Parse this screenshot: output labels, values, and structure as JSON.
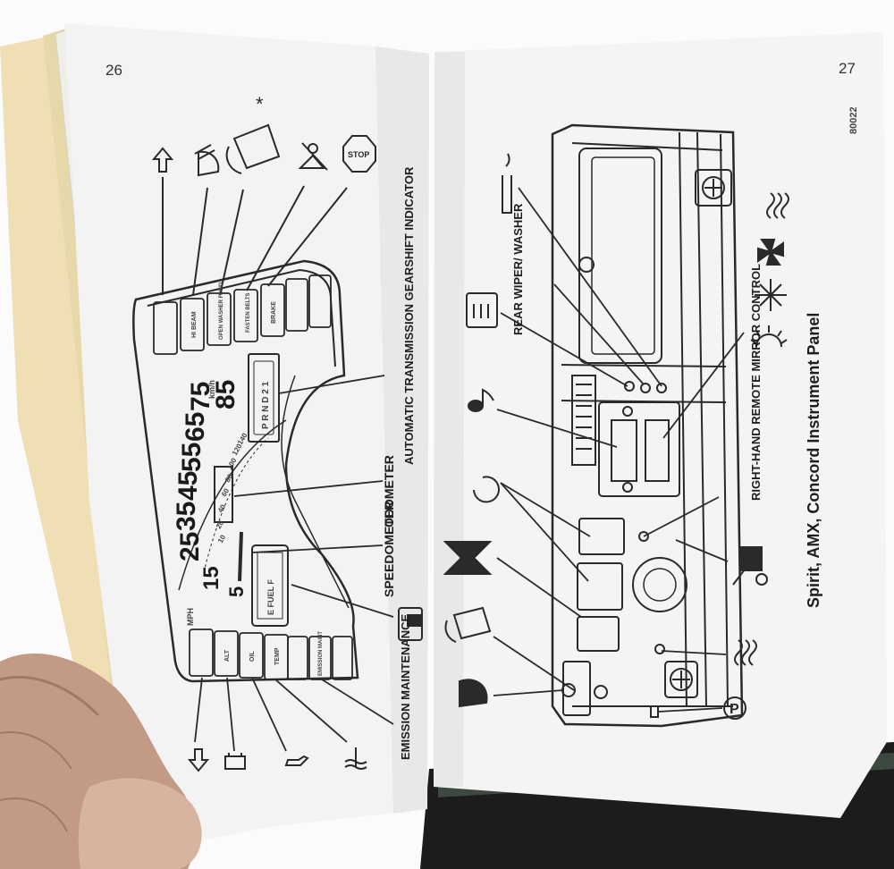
{
  "left_page": {
    "page_number": "26",
    "warning_lamps": [
      "HI BEAM",
      "OPEN WASHER FLUID",
      "FASTEN BELTS",
      "BRAKE"
    ],
    "bottom_lamps": [
      "ALT",
      "OIL",
      "TEMP",
      "EMISSION MAINT"
    ],
    "speedometer_mph": [
      "5",
      "15",
      "25",
      "35",
      "45",
      "55",
      "65",
      "75",
      "85"
    ],
    "speedometer_kmh": [
      "10",
      "20",
      "40",
      "60",
      "80",
      "100",
      "120",
      "140"
    ],
    "kmh_unit": "km/h",
    "mph_unit": "MPH",
    "gear_indicator": "P R N D 2 1",
    "fuel_gauge": "E FUEL F",
    "callouts": {
      "auto_trans": "AUTOMATIC TRANSMISSION GEARSHIFT INDICATOR",
      "odometer": "ODOMETER",
      "speedometer": "SPEEDOMETER",
      "emission": "EMISSION MAINTENANCE"
    }
  },
  "right_page": {
    "page_number": "27",
    "figure_code": "80022",
    "rear_wiper_label": "REAR WIPER/ WASHER",
    "mirror_control_label": "RIGHT-HAND REMOTE MIRROR CONTROL",
    "caption": "Spirit, AMX, Concord Instrument Panel",
    "parking_symbol": "P"
  },
  "icons": [
    "upshift-arrow-icon",
    "high-beam-icon",
    "washer-fluid-icon",
    "seat-belt-icon",
    "stop-icon",
    "fuel-pump-icon",
    "downshift-arrow-icon",
    "battery-icon",
    "oil-can-icon",
    "temperature-icon",
    "rear-defroster-icon",
    "radio-note-icon",
    "clock-icon",
    "hourglass-icon",
    "wiper-icon",
    "headlamp-icon",
    "heat-waves-icon",
    "fan-icon",
    "snowflake-icon",
    "sun-icon",
    "mirror-icon",
    "parking-icon",
    "cigarette-lighter-icon"
  ]
}
